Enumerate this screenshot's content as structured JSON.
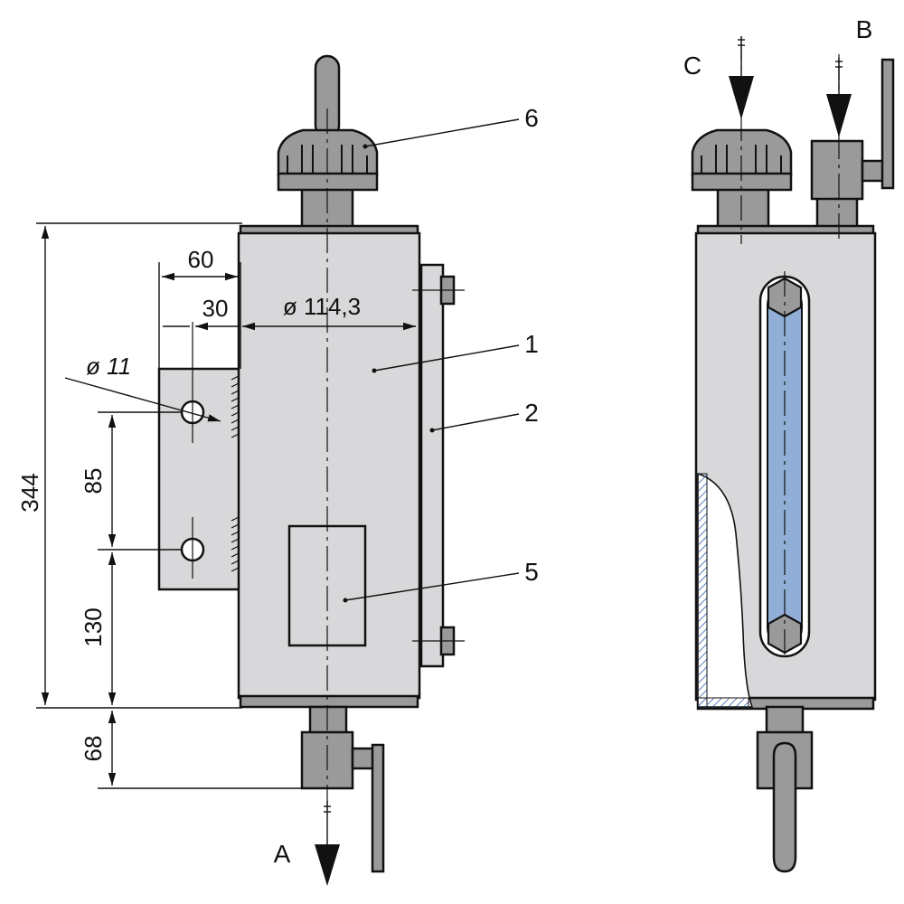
{
  "drawing": {
    "dimensions": {
      "height_total": "344",
      "width_60": "60",
      "width_30": "30",
      "diameter_body": "ø 114,3",
      "diameter_hole": "ø 11",
      "spacing_85": "85",
      "spacing_130": "130",
      "spacing_68": "68"
    },
    "part_labels": [
      "1",
      "2",
      "5",
      "6"
    ],
    "port_labels": {
      "a": "A",
      "b": "B",
      "c": "C"
    },
    "colors": {
      "body": "#d8d8da",
      "fitting": "#9a9a9a",
      "sight_glass": "#90aed6",
      "outline": "#111111"
    }
  }
}
